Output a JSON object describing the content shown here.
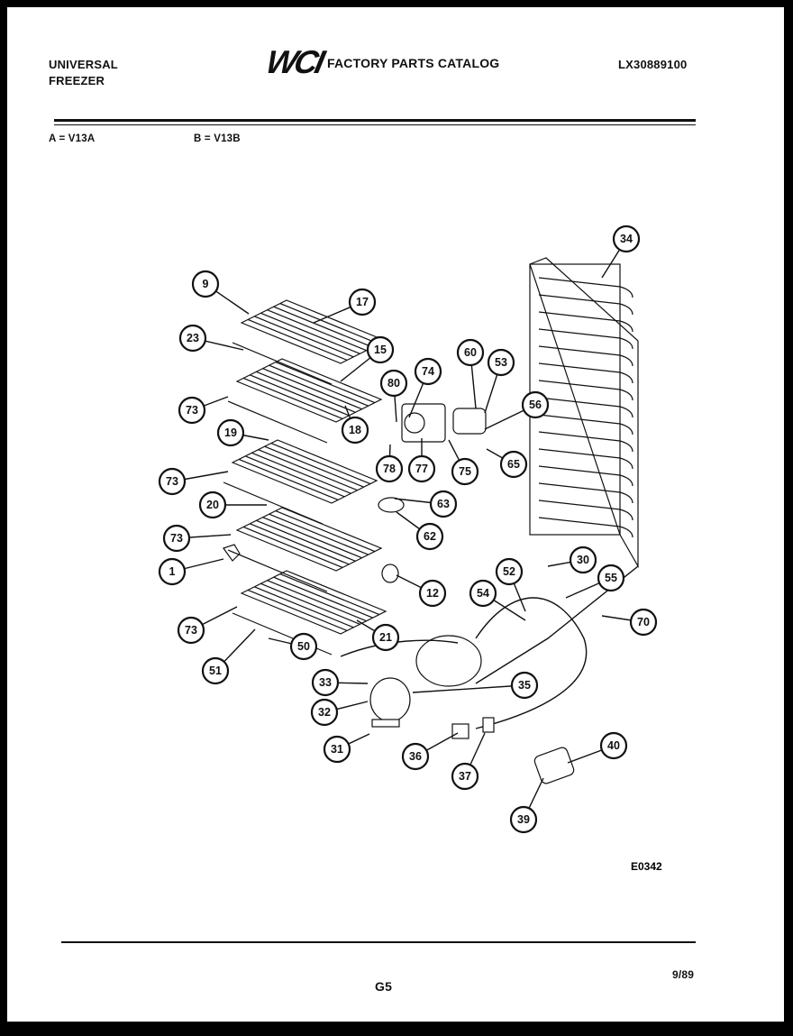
{
  "header": {
    "brand_line1": "UNIVERSAL",
    "brand_line2": "FREEZER",
    "logo_text": "WCI",
    "catalog_title": "FACTORY PARTS CATALOG",
    "catalog_number": "LX30889100"
  },
  "models": {
    "model_a": "A = V13A",
    "model_b": "B = V13B"
  },
  "diagram": {
    "callouts": [
      "34",
      "9",
      "17",
      "23",
      "15",
      "80",
      "74",
      "60",
      "53",
      "73",
      "18",
      "56",
      "19",
      "78",
      "77",
      "75",
      "65",
      "73",
      "63",
      "20",
      "62",
      "73",
      "30",
      "52",
      "55",
      "1",
      "12",
      "54",
      "70",
      "73",
      "21",
      "50",
      "51",
      "33",
      "35",
      "32",
      "31",
      "36",
      "40",
      "37",
      "39"
    ],
    "figure_code": "E0342"
  },
  "footer": {
    "page_code": "G5",
    "date": "9/89"
  }
}
